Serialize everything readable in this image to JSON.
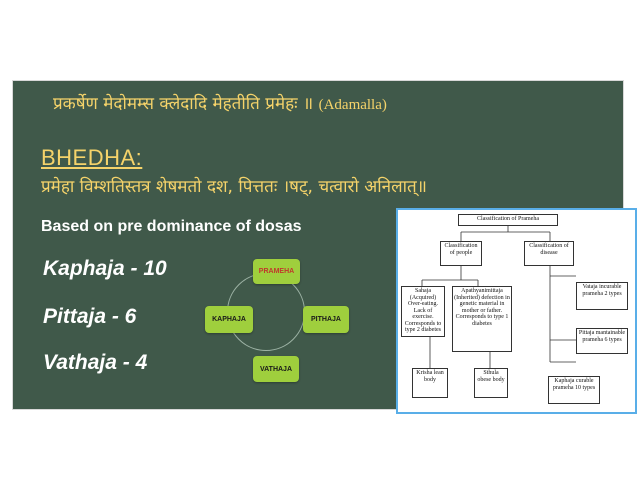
{
  "slide": {
    "sanskrit_verse": "प्रकर्षेण मेदोमम्स क्लेदादि मेहतीति प्रमेहः ॥",
    "citation": "(Adamalla)",
    "heading": "BHEDHA:",
    "sanskrit_bhedha": "प्रमेहा विम्शतिस्तत्र शेषमतो दश, पित्ततः ।षट्, चत्वारो अनिलात्॥",
    "subtitle": "Based on pre dominance of dosas",
    "types": [
      {
        "label": "Kaphaja - 10"
      },
      {
        "label": "Pittaja - 6"
      },
      {
        "label": "Vathaja - 4"
      }
    ]
  },
  "cycle_diagram": {
    "center": "PRAMEHA",
    "left": "KAPHAJA",
    "right": "PITHAJA",
    "bottom": "VATHAJA",
    "node_fill": "#9fcf3d",
    "center_text_color": "#c0392b",
    "text_color": "#1a1a1a"
  },
  "classification_figure": {
    "title": "Classification of Prameha",
    "by_people": "Classification of people",
    "by_disease": "Classification of disease",
    "sahaja": "Sahaja (Acquired) Over-eating. Lack of exercise. Corresponds to type 2 diabetes",
    "apathya": "Apathyanimittaja (Inherited) defection in genetic material in mother or father. Corresponds to type 1 diabetes",
    "vataja": "Vataja incurable prameha 2 types",
    "pittaja": "Pittaja mantainable prameha 6 types",
    "kaphaja": "Kaphaja curable prameha 10 types",
    "krisha": "Krisha lean body",
    "sthula": "Sthula obese body"
  },
  "colors": {
    "slide_bg": "#40594a",
    "sanskrit_text": "#f5d36a",
    "figure_border": "#59aee8"
  }
}
